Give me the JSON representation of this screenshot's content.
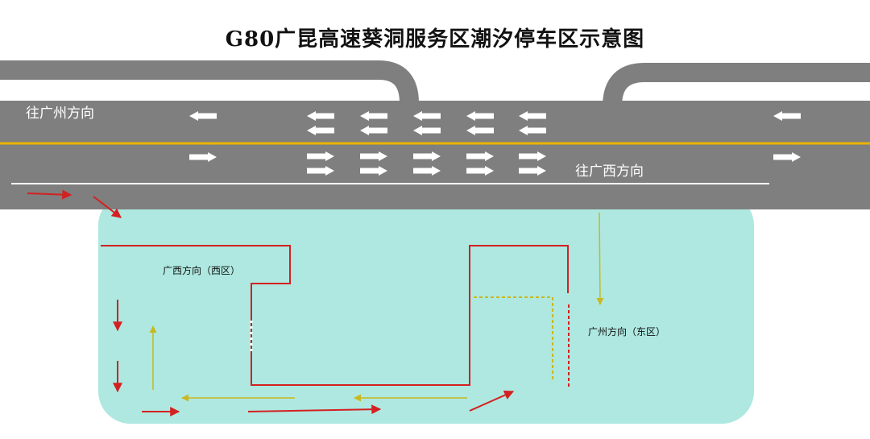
{
  "title": "G80广昆高速葵洞服务区潮汐停车区示意图",
  "labels": {
    "to_guangzhou": "往广州方向",
    "to_guangxi": "往广西方向",
    "west_zone": "广西方向（西区）",
    "east_zone": "广州方向（东区）"
  },
  "colors": {
    "road": "#7f7f7f",
    "lane_divider": "#e8b300",
    "lane_arrow": "#ffffff",
    "parking_area": "#aee8e0",
    "route_red": "#d42020",
    "route_yellow": "#c9b81e"
  },
  "icons": {
    "arrow_left": "arrow-left-icon",
    "arrow_right": "arrow-right-icon"
  }
}
